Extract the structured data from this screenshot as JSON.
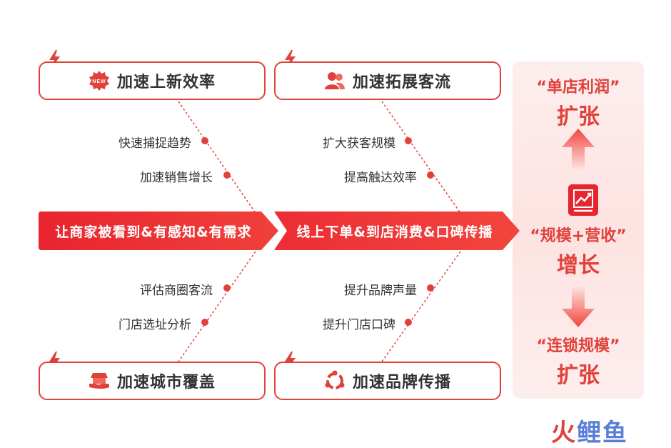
{
  "boxes": {
    "top_left": "加速上新效率",
    "top_mid": "加速拓展客流",
    "bottom_left": "加速城市覆盖",
    "bottom_mid": "加速品牌传播",
    "new_badge": "NEW"
  },
  "bullets": {
    "tl1": "快速捕捉趋势",
    "tl2": "加速销售增长",
    "tm1": "扩大获客规模",
    "tm2": "提高触达效率",
    "bl1": "评估商圈客流",
    "bl2": "门店选址分析",
    "bm1": "提升品牌声量",
    "bm2": "提升门店口碑"
  },
  "banners": {
    "left": "让商家被看到&有感知&有需求",
    "right": "线上下单&到店消费&口碑传播"
  },
  "panel": {
    "top_quote": "“单店利润”",
    "top_word": "扩张",
    "mid_quote": "“规模+营收”",
    "mid_word": "增长",
    "bottom_quote": "“连锁规模”",
    "bottom_word": "扩张"
  },
  "watermark": {
    "char1": "火",
    "char2": "鲤",
    "char3": "鱼"
  },
  "colors": {
    "accent": "#e0413a",
    "banner_dark": "#e8242f",
    "panel_bg": "#fde6e4"
  }
}
